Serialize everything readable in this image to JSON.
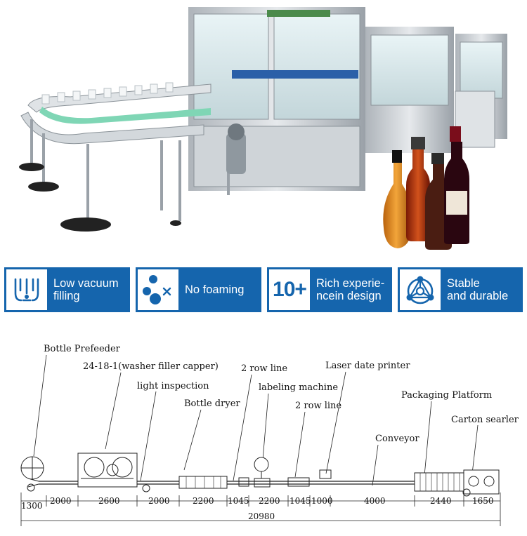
{
  "features": [
    {
      "label": "Low vacuum\nfilling",
      "icon": "vacuum-filling-icon"
    },
    {
      "label": "No foaming",
      "icon": "bubbles-icon"
    },
    {
      "label": "Rich experie-\nncein design",
      "badge": "10+",
      "icon": "ten-plus-icon"
    },
    {
      "label": "Stable\nand durable",
      "icon": "triangle-network-icon"
    }
  ],
  "layout": {
    "callouts": [
      "Bottle Prefeeder",
      "24-18-1(washer filler capper)",
      "light inspection",
      "Bottle dryer",
      "2 row line",
      "labeling machine",
      "2 row line",
      "Laser date printer",
      "Conveyor",
      "Packaging Platform",
      "Carton searler"
    ],
    "dimensions": [
      "1300",
      "2000",
      "2600",
      "2000",
      "2200",
      "1045",
      "2200",
      "1045",
      "1000",
      "4000",
      "2440",
      "1650"
    ],
    "total": "20980"
  },
  "colors": {
    "feature_blue": "#1565ad",
    "conveyor_green": "#7fd6b5",
    "steel": "#c9ced3"
  }
}
